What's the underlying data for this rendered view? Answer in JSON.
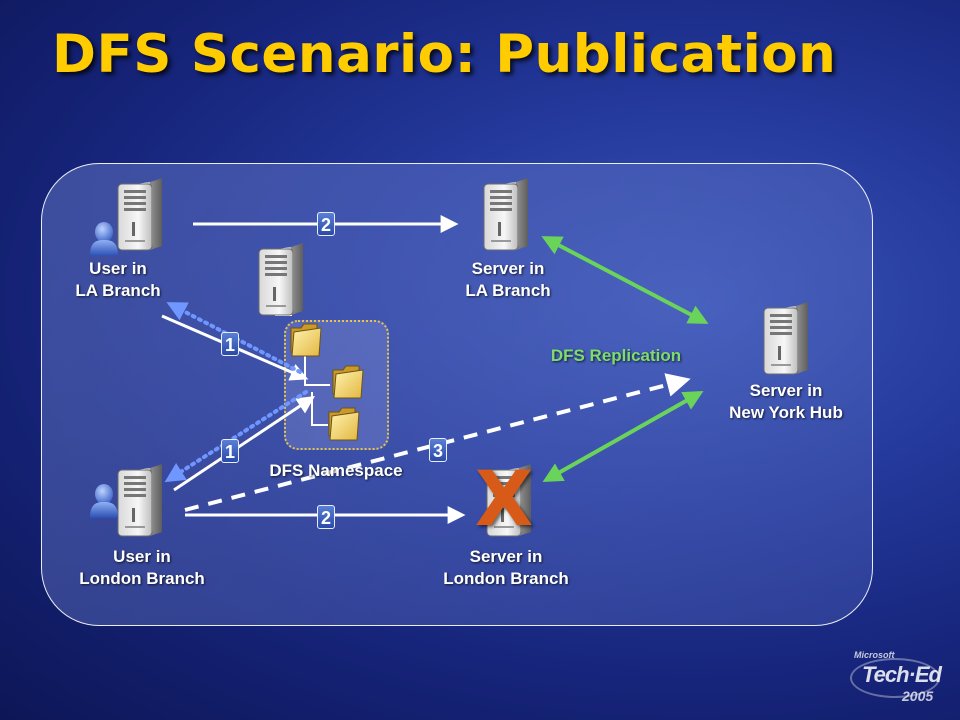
{
  "slide": {
    "title": "DFS Scenario: Publication"
  },
  "nodes": {
    "user_la": {
      "line1": "User in",
      "line2": "LA Branch"
    },
    "server_la": {
      "line1": "Server in",
      "line2": "LA Branch"
    },
    "server_ny": {
      "line1": "Server in",
      "line2": "New York Hub"
    },
    "user_london": {
      "line1": "User in",
      "line2": "London Branch"
    },
    "server_london": {
      "line1": "Server in",
      "line2": "London Branch"
    }
  },
  "labels": {
    "namespace": "DFS Namespace",
    "replication": "DFS Replication"
  },
  "steps": {
    "la_to_server": "2",
    "la_referral": "1",
    "london_referral": "1",
    "london_to_server": "2",
    "failover": "3"
  },
  "failure_mark": "X",
  "logo": {
    "brand": "Microsoft",
    "event": "Tech·Ed",
    "year": "2005"
  },
  "colors": {
    "title": "#ffcc00",
    "replication": "#6ad35a",
    "referral_dotted": "#6f97ff",
    "failure": "#d85a18"
  },
  "icons": [
    "server-icon",
    "user-icon",
    "folder-icon",
    "failure-x-icon",
    "tech-ed-logo"
  ]
}
